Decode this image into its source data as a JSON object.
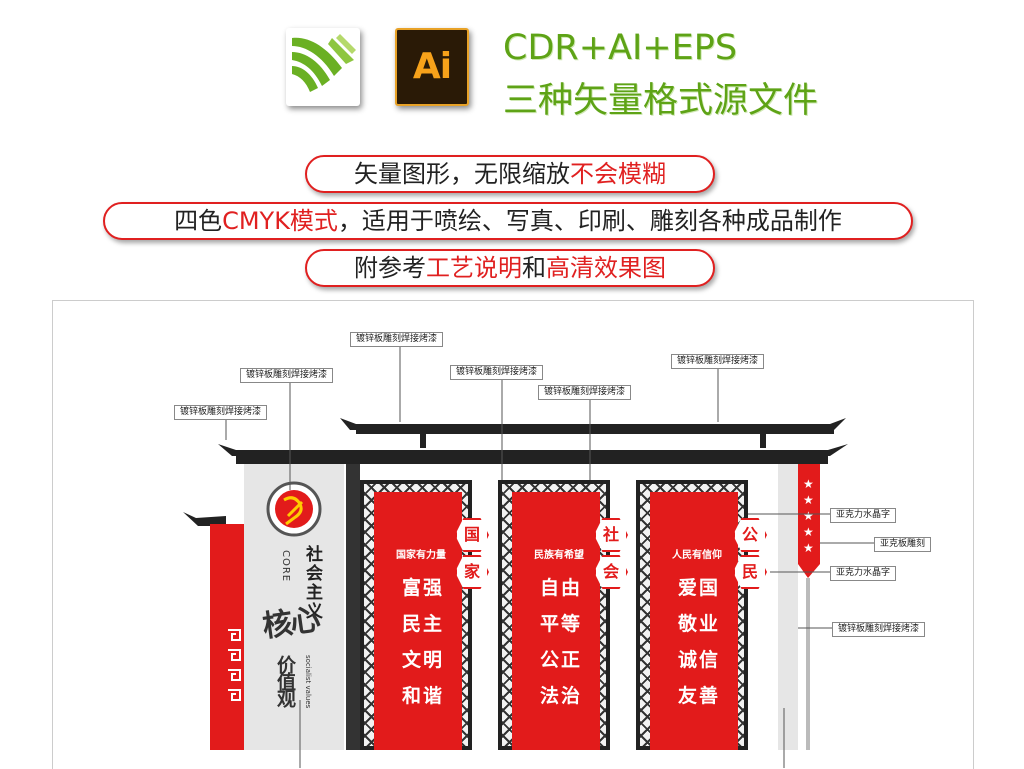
{
  "header": {
    "logos": [
      "coreldraw-icon",
      "adobe-illustrator-icon"
    ],
    "ai_logo_text": "Ai",
    "title_line1": "CDR+AI+EPS",
    "title_line2": "三种矢量格式源文件"
  },
  "banners": [
    {
      "parts": [
        "矢量图形，无限缩放",
        "不会模糊"
      ]
    },
    {
      "parts": [
        "四色",
        "CMYK模式",
        "，适用于喷绘、写真、印刷、雕刻各种成品制作"
      ]
    },
    {
      "parts": [
        "附参考",
        "工艺说明",
        "和",
        "高清效果图"
      ]
    }
  ],
  "callouts": {
    "galv_1": "镀锌板雕刻焊接烤漆",
    "galv_2": "镀锌板雕刻焊接烤漆",
    "galv_3": "镀锌板雕刻焊接烤漆",
    "galv_4": "镀锌板雕刻焊接烤漆",
    "galv_5": "镀锌板雕刻焊接烤漆",
    "galv_6": "镀锌板雕刻焊接烤漆",
    "galv_7": "镀锌板雕刻焊接烤漆",
    "acrylic_1": "亚克力水晶字",
    "acrylic_board": "亚克板雕刻",
    "acrylic_2": "亚克力水晶字"
  },
  "left_panel": {
    "core_en": "CORE",
    "title_cn": "社会主义",
    "hexin": "核心",
    "jiazhi": "价值观",
    "en_values": "socialist values"
  },
  "panels": [
    {
      "slogan": "国家有力量",
      "hex": [
        "国",
        "家"
      ],
      "values": [
        "富强",
        "民主",
        "文明",
        "和谐"
      ]
    },
    {
      "slogan": "民族有希望",
      "hex": [
        "社",
        "会"
      ],
      "values": [
        "自由",
        "平等",
        "公正",
        "法治"
      ]
    },
    {
      "slogan": "人民有信仰",
      "hex": [
        "公",
        "民"
      ],
      "values": [
        "爱国",
        "敬业",
        "诚信",
        "友善"
      ]
    }
  ],
  "colors": {
    "accent_red": "#e21b1b",
    "header_green": "#5ea316",
    "roof": "#222222"
  }
}
